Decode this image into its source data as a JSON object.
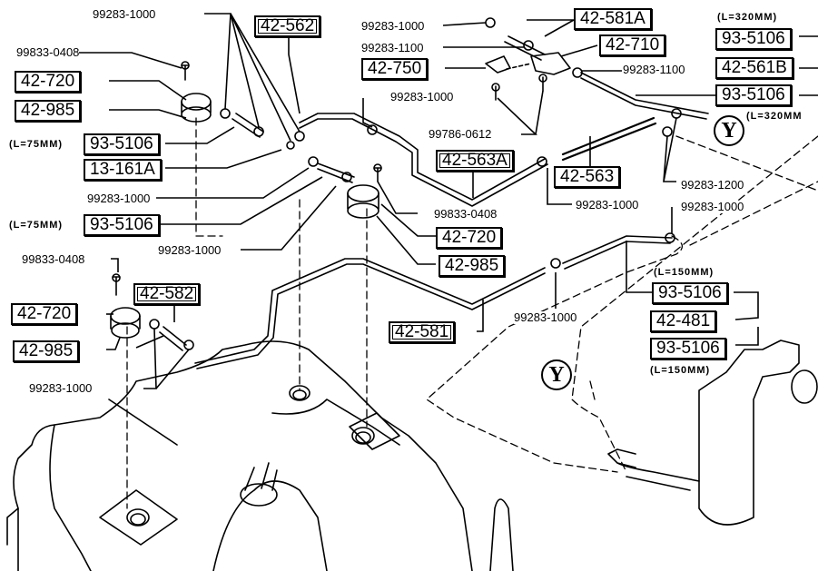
{
  "diagram": {
    "title": "Fuel tank ventilation / evaporative hose layout",
    "part_boxes": [
      {
        "id": "b-42-562",
        "text": "42-562"
      },
      {
        "id": "b-42-581A",
        "text": "42-581A"
      },
      {
        "id": "b-42-710",
        "text": "42-710"
      },
      {
        "id": "b-42-750",
        "text": "42-750"
      },
      {
        "id": "b-93-5106-tr1",
        "text": "93-5106"
      },
      {
        "id": "b-42-561B",
        "text": "42-561B"
      },
      {
        "id": "b-93-5106-tr2",
        "text": "93-5106"
      },
      {
        "id": "b-42-720-l1",
        "text": "42-720"
      },
      {
        "id": "b-42-985-l1",
        "text": "42-985"
      },
      {
        "id": "b-93-5106-l1",
        "text": "93-5106"
      },
      {
        "id": "b-13-161A",
        "text": "13-161A"
      },
      {
        "id": "b-93-5106-l2",
        "text": "93-5106"
      },
      {
        "id": "b-42-563A",
        "text": "42-563A"
      },
      {
        "id": "b-42-563",
        "text": "42-563"
      },
      {
        "id": "b-42-720-c",
        "text": "42-720"
      },
      {
        "id": "b-42-985-c",
        "text": "42-985"
      },
      {
        "id": "b-42-582",
        "text": "42-582"
      },
      {
        "id": "b-42-720-l2",
        "text": "42-720"
      },
      {
        "id": "b-42-985-l2",
        "text": "42-985"
      },
      {
        "id": "b-42-581",
        "text": "42-581"
      },
      {
        "id": "b-93-5106-r1",
        "text": "93-5106"
      },
      {
        "id": "b-42-481",
        "text": "42-481"
      },
      {
        "id": "b-93-5106-r2",
        "text": "93-5106"
      }
    ],
    "part_numbers": [
      {
        "id": "n-top-left-clamp",
        "text": "99283-1000"
      },
      {
        "id": "n-bolt-l1",
        "text": "99833-0408"
      },
      {
        "id": "n-clamp-top-mid",
        "text": "99283-1000"
      },
      {
        "id": "n-clamp-1100-a",
        "text": "99283-1100"
      },
      {
        "id": "n-clamp-1100-b",
        "text": "99283-1100"
      },
      {
        "id": "n-clamp-mid-1000",
        "text": "99283-1000"
      },
      {
        "id": "n-bolt-99786",
        "text": "99786-0612"
      },
      {
        "id": "n-clamp-l-1000-a",
        "text": "99283-1000"
      },
      {
        "id": "n-clamp-l-1000-b",
        "text": "99283-1000"
      },
      {
        "id": "n-bolt-center",
        "text": "99833-0408"
      },
      {
        "id": "n-clamp-563",
        "text": "99283-1000"
      },
      {
        "id": "n-clamp-1200",
        "text": "99283-1200"
      },
      {
        "id": "n-clamp-r-1000",
        "text": "99283-1000"
      },
      {
        "id": "n-bolt-l2",
        "text": "99833-0408"
      },
      {
        "id": "n-clamp-581",
        "text": "99283-1000"
      },
      {
        "id": "n-clamp-bottom-left",
        "text": "99283-1000"
      }
    ],
    "length_notes": [
      {
        "id": "len-l1",
        "text": "(L=75MM)"
      },
      {
        "id": "len-l2",
        "text": "(L=75MM)"
      },
      {
        "id": "len-tr1",
        "text": "(L=320MM)"
      },
      {
        "id": "len-tr2",
        "text": "(L=320MM"
      },
      {
        "id": "len-r1",
        "text": "(L=150MM)"
      },
      {
        "id": "len-r2",
        "text": "(L=150MM)"
      }
    ],
    "reference_marks": [
      {
        "id": "y-top",
        "text": "Y"
      },
      {
        "id": "y-bottom",
        "text": "Y"
      }
    ]
  }
}
